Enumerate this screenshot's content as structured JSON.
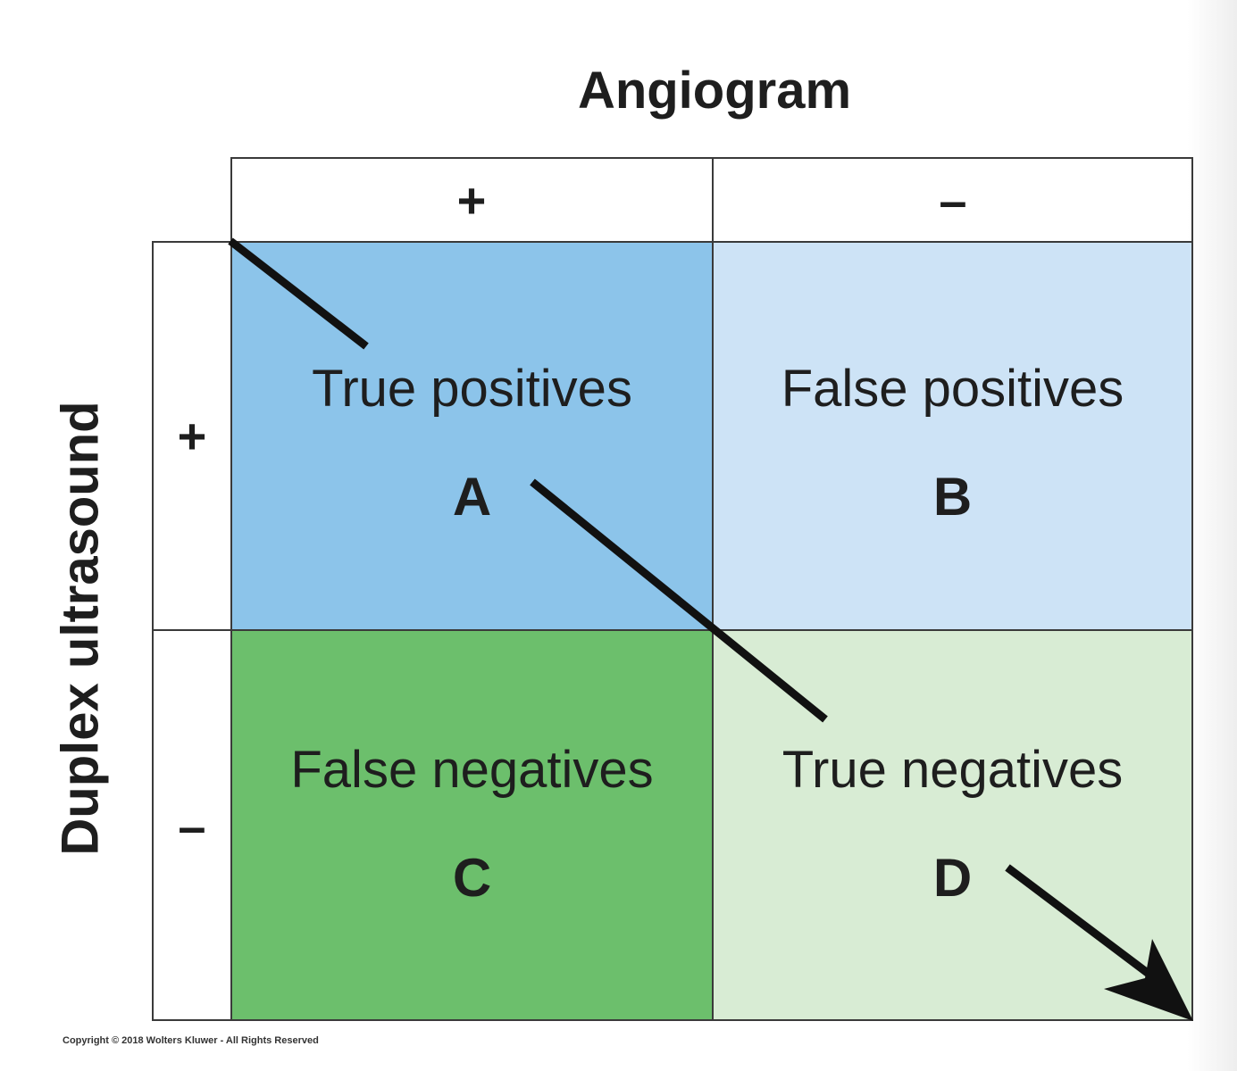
{
  "column_header": {
    "title": "Angiogram",
    "positive": "+",
    "negative": "–"
  },
  "row_header": {
    "title": "Duplex ultrasound",
    "positive": "+",
    "negative": "–"
  },
  "cells": [
    {
      "label": "True positives",
      "letter": "A",
      "color": "#8cc4ea"
    },
    {
      "label": "False positives",
      "letter": "B",
      "color": "#cde3f6"
    },
    {
      "label": "False negatives",
      "letter": "C",
      "color": "#6cbf6c"
    },
    {
      "label": "True negatives",
      "letter": "D",
      "color": "#d8ecd4"
    }
  ],
  "copyright": "Copyright © 2018 Wolters Kluwer - All Rights Reserved"
}
